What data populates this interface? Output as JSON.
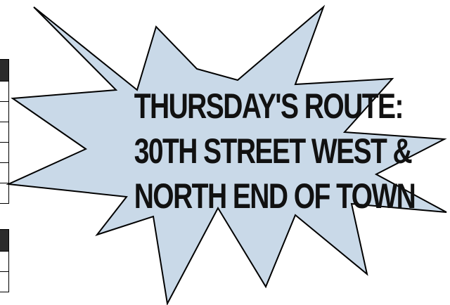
{
  "starburst": {
    "line1": "THURSDAY'S ROUTE:",
    "line2": "30TH STREET WEST &",
    "line3": "NORTH END OF TOWN",
    "fill_color": "#c9d9e8",
    "stroke_color": "#000000"
  }
}
